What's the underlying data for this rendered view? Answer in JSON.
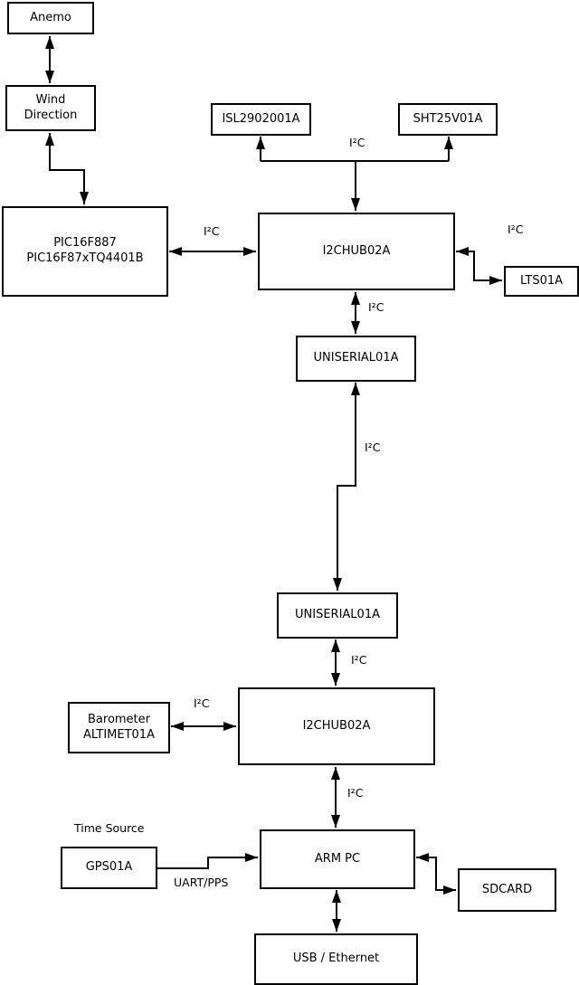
{
  "diagram": {
    "background_color": "#ffffff",
    "line_color": "#000000",
    "box_fill_color": "#ffffff",
    "text_color": "#000000",
    "nodes": {
      "anemo": {
        "label": "Anemo"
      },
      "wind_direction": {
        "label": "Wind\nDirection"
      },
      "pic": {
        "label": "PIC16F887\nPIC16F87xTQ4401B"
      },
      "isl2902001a": {
        "label": "ISL2902001A"
      },
      "sht25v01a": {
        "label": "SHT25V01A"
      },
      "i2chub_1": {
        "label": "I2CHUB02A"
      },
      "lts01a": {
        "label": "LTS01A"
      },
      "uniserial_1": {
        "label": "UNISERIAL01A"
      },
      "uniserial_2": {
        "label": "UNISERIAL01A"
      },
      "i2chub_2": {
        "label": "I2CHUB02A"
      },
      "barometer": {
        "label": "Barometer\nALTIMET01A"
      },
      "arm_pc": {
        "label": "ARM PC"
      },
      "gps01a": {
        "label": "GPS01A"
      },
      "sdcard": {
        "label": "SDCARD"
      },
      "usb_ethernet": {
        "label": "USB / Ethernet"
      }
    },
    "edge_labels": {
      "i2c_sensors_top": "I²C",
      "i2c_pic_hub1": "I²C",
      "i2c_hub1_right": "I²C",
      "i2c_hub1_uniserial1": "I²C",
      "i2c_uniserial_link": "I²C",
      "i2c_uniserial2_hub2": "I²C",
      "i2c_barometer_hub2": "I²C",
      "i2c_hub2_armpc": "I²C",
      "uart_pps": "UART/PPS"
    },
    "annotations": {
      "time_source": "Time Source"
    },
    "edges": [
      {
        "from": "anemo",
        "to": "wind_direction",
        "arrows": "both",
        "label": ""
      },
      {
        "from": "wind_direction",
        "to": "pic",
        "arrows": "both",
        "label": ""
      },
      {
        "from": "pic",
        "to": "i2chub_1",
        "arrows": "both",
        "label": "I²C"
      },
      {
        "from": "i2chub_1",
        "to": "isl2902001a",
        "arrows": "to",
        "label": "I²C"
      },
      {
        "from": "i2chub_1",
        "to": "sht25v01a",
        "arrows": "to",
        "label": "I²C"
      },
      {
        "from": "i2chub_1",
        "to": "lts01a",
        "arrows": "both",
        "label": "I²C"
      },
      {
        "from": "i2chub_1",
        "to": "uniserial_1",
        "arrows": "both",
        "label": "I²C"
      },
      {
        "from": "uniserial_1",
        "to": "uniserial_2",
        "arrows": "both",
        "label": "I²C"
      },
      {
        "from": "uniserial_2",
        "to": "i2chub_2",
        "arrows": "both",
        "label": "I²C"
      },
      {
        "from": "barometer",
        "to": "i2chub_2",
        "arrows": "both",
        "label": "I²C"
      },
      {
        "from": "i2chub_2",
        "to": "arm_pc",
        "arrows": "both",
        "label": "I²C"
      },
      {
        "from": "gps01a",
        "to": "arm_pc",
        "arrows": "to",
        "label": "UART/PPS"
      },
      {
        "from": "arm_pc",
        "to": "sdcard",
        "arrows": "both",
        "label": ""
      },
      {
        "from": "arm_pc",
        "to": "usb_ethernet",
        "arrows": "both",
        "label": ""
      }
    ]
  }
}
